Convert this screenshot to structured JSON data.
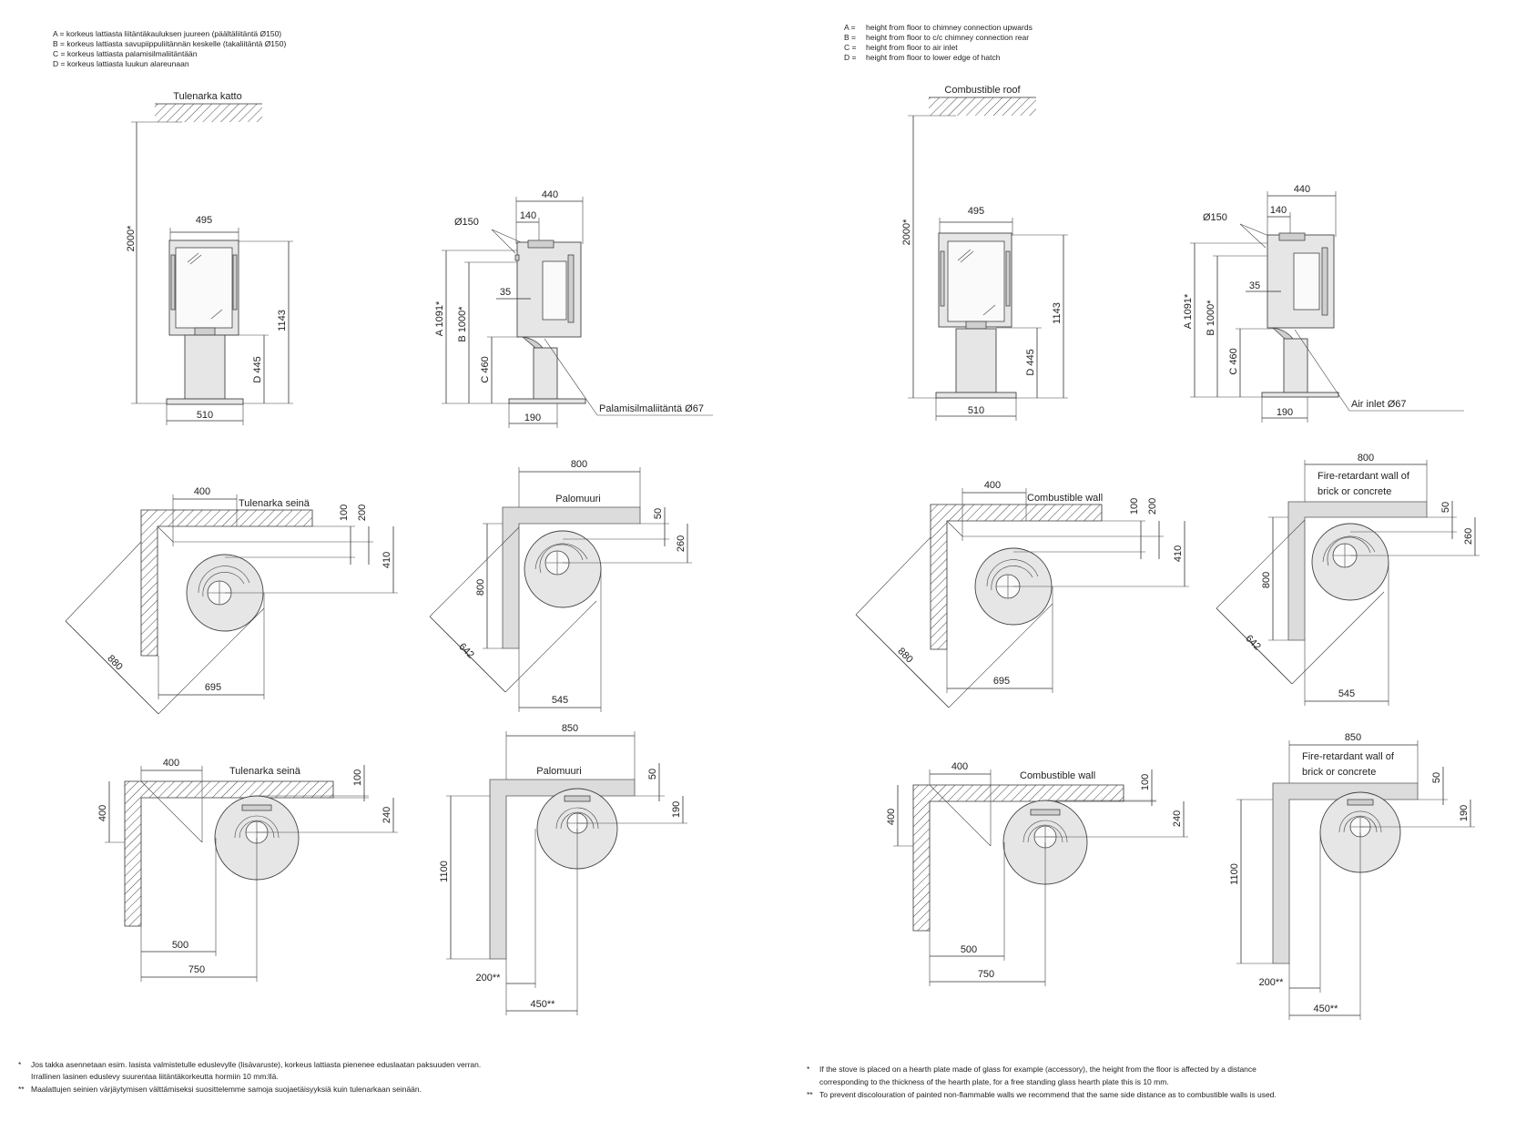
{
  "fi": {
    "legend": [
      "A = korkeus lattiasta liitäntäkauluksen juureen (päältäliitäntä Ø150)",
      "B = korkeus lattiasta savupiippuliitännän keskelle (takaliitäntä Ø150)",
      "C = korkeus lattiasta palamisilmaliitäntään",
      "D = korkeus lattiasta luukun alareunaan"
    ],
    "roof_label": "Tulenarka katto",
    "air_inlet_label": "Palamisilmaliitäntä Ø67",
    "wall_label": "Tulenarka seinä",
    "firewall_label": [
      "Palomuuri"
    ],
    "notes": [
      {
        "mark": "*",
        "text": "Jos takka asennetaan esim. lasista valmistetulle eduslevylle (lisävaruste), korkeus lattiasta pienenee eduslaatan paksuuden verran."
      },
      {
        "mark": "",
        "text": "Irrallinen lasinen eduslevy suurentaa liitäntäkorkeutta hormiin 10 mm:llä."
      },
      {
        "mark": "**",
        "text": "Maalattujen seinien värjäytymisen välttämiseksi suosittelemme samoja suojaetäisyyksiä kuin tulenarkaan seinään."
      }
    ]
  },
  "en": {
    "legend_keys": [
      "A =",
      "B =",
      "C =",
      "D ="
    ],
    "legend": [
      "height from floor to chimney connection upwards",
      "height from floor to c/c chimney connection rear",
      "height from floor to air inlet",
      "height from floor to lower edge of hatch"
    ],
    "roof_label": "Combustible roof",
    "air_inlet_label": "Air inlet Ø67",
    "wall_label": "Combustible wall",
    "firewall_label": [
      "Fire-retardant wall of",
      "brick or concrete"
    ],
    "notes": [
      {
        "mark": "*",
        "text": "If the stove is placed on a hearth plate made of glass for example (accessory), the height from the floor is affected by a distance"
      },
      {
        "mark": "",
        "text": "corresponding to the thickness of the hearth plate, for a free standing glass hearth plate this is 10 mm."
      },
      {
        "mark": "**",
        "text": "To prevent discolouration of painted non-flammable walls we recommend that the same side distance as to combustible walls is used."
      }
    ]
  },
  "dims": {
    "front_height": "2000*",
    "front_width": "495",
    "stove_height": "1143",
    "hatch_height": "D 445",
    "base_width": "510",
    "side_depth": "440",
    "side_offset": "140",
    "pipe_dia": "Ø150",
    "height_a": "A 1091*",
    "height_b": "B 1000*",
    "height_c": "C 460",
    "offset_35": "35",
    "base_depth": "190",
    "c1_side": "400",
    "c1_d100": "100",
    "c1_d200": "200",
    "c1_d410": "410",
    "c1_diag": "880",
    "c1_w": "695",
    "c2_top": "800",
    "c2_d50": "50",
    "c2_d260": "260",
    "c2_side": "800",
    "c2_diag": "642",
    "c2_w": "545",
    "w3_side": "400",
    "w3_d100": "100",
    "w3_d240": "240",
    "w3_h": "400",
    "w3_d500": "500",
    "w3_d750": "750",
    "w4_top": "850",
    "w4_d50": "50",
    "w4_d190": "190",
    "w4_h": "1100",
    "w4_d200": "200**",
    "w4_d450": "450**"
  }
}
